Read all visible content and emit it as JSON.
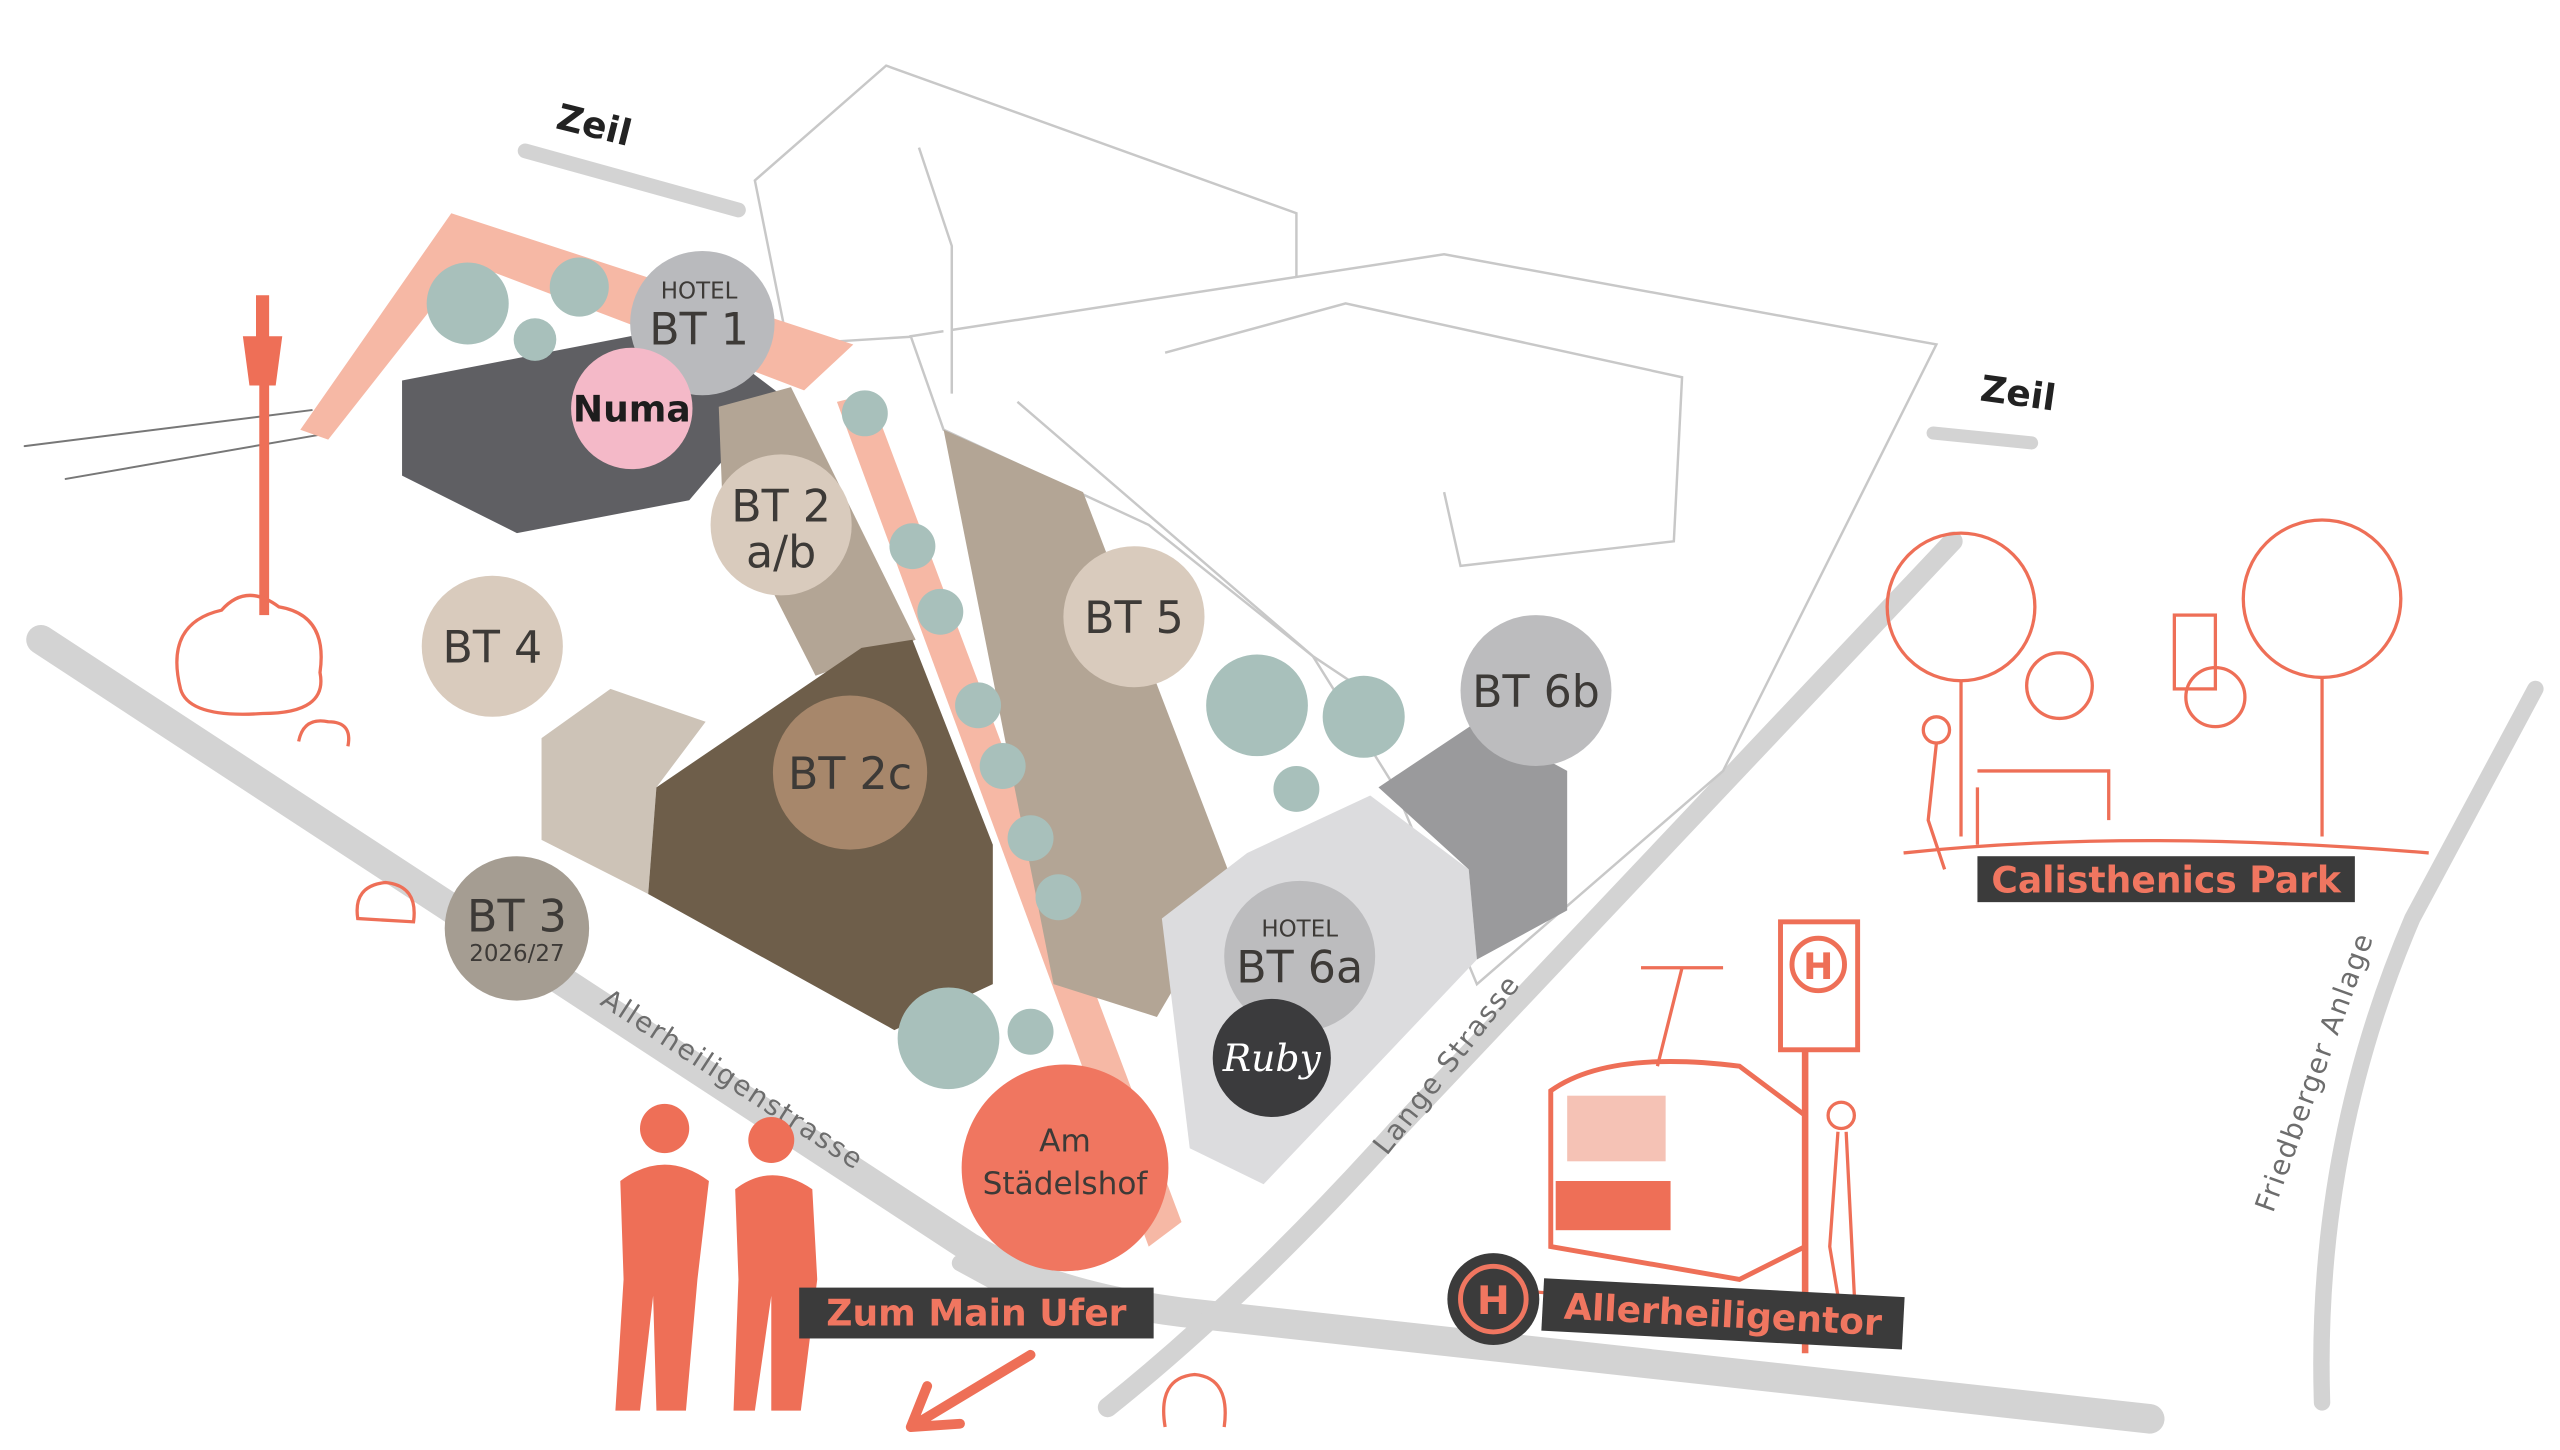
{
  "colors": {
    "accent": "#f07660",
    "path": "#f6b8a5",
    "tree": "#a8c0bb",
    "road": "#d3d3d3",
    "label_bg": "#3b3b3b"
  },
  "streets": {
    "zeil_west": "Zeil",
    "zeil_east": "Zeil",
    "allerheiligenstrasse": "Allerheiligenstrasse",
    "lange_strasse": "Lange Strasse",
    "friedberger_anlage": "Friedberger Anlage"
  },
  "buildings": {
    "bt1": {
      "sub": "HOTEL",
      "name": "BT 1"
    },
    "numa": {
      "name": "Numa"
    },
    "bt2ab": {
      "line1": "BT 2",
      "line2": "a/b"
    },
    "bt2c": {
      "name": "BT 2c"
    },
    "bt3": {
      "name": "BT 3",
      "sub": "2026/27"
    },
    "bt4": {
      "name": "BT 4"
    },
    "bt5": {
      "name": "BT 5"
    },
    "bt6a": {
      "sub": "HOTEL",
      "name": "BT 6a"
    },
    "bt6b": {
      "name": "BT 6b"
    },
    "ruby": {
      "name": "Ruby"
    },
    "staedelshof": {
      "line1": "Am",
      "line2": "Städelshof"
    }
  },
  "landmarks": {
    "park": "Calisthenics Park",
    "tram_stop": "Allerheiligentor",
    "main_ufer": "Zum Main Ufer",
    "stop_icon": "H"
  }
}
